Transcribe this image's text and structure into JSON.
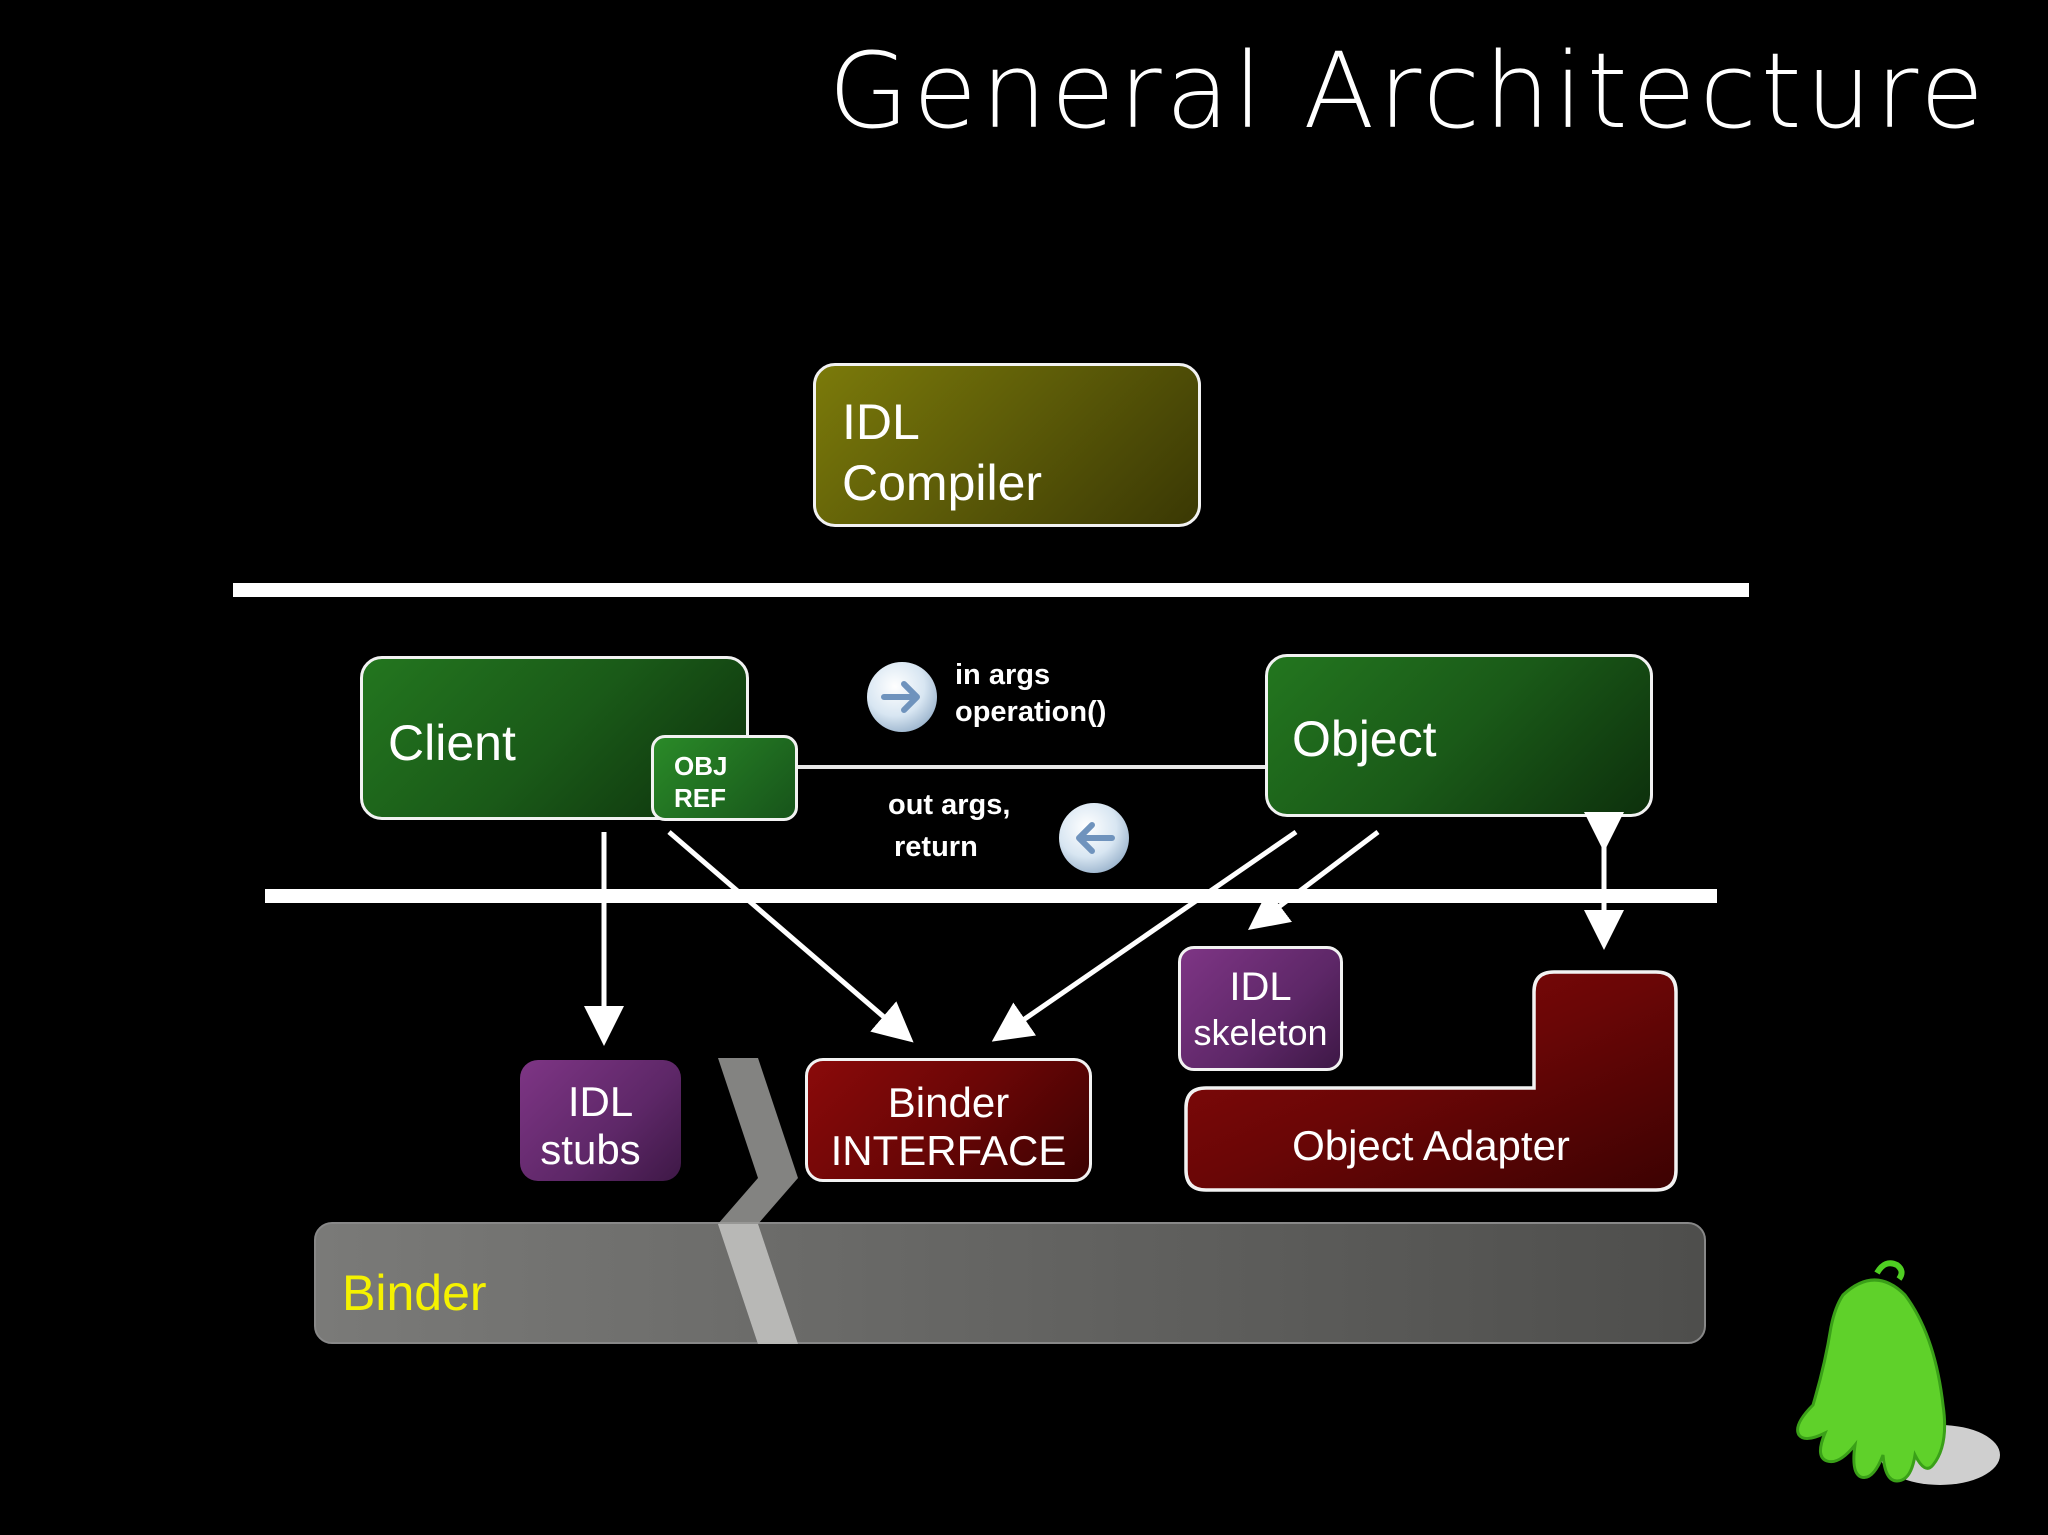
{
  "title": "General Architecture",
  "idl_compiler": {
    "line1": "IDL",
    "line2": "Compiler"
  },
  "client": {
    "label": "Client"
  },
  "obj_ref": {
    "line1": "OBJ",
    "line2": "REF"
  },
  "object": {
    "label": "Object"
  },
  "in_args": {
    "line1": "in args",
    "line2": "operation()"
  },
  "out_args": {
    "line1": "out args,",
    "line2": "return"
  },
  "idl_stubs": {
    "line1": "IDL",
    "line2": "stubs"
  },
  "binder_interface": {
    "line1": "Binder",
    "line2": "INTERFACE"
  },
  "idl_skeleton": {
    "line1": "IDL",
    "line2": "skeleton"
  },
  "object_adapter": {
    "label": "Object Adapter"
  },
  "binder": {
    "label": "Binder"
  },
  "icons": {
    "forward": "arrow-right-circle-icon",
    "back": "arrow-left-circle-icon",
    "mascot": "green-ghost-mascot-icon"
  },
  "colors": {
    "compiler": "#7b7a0a",
    "green": "#23761f",
    "purple": "#7e3585",
    "darkred": "#8a0a0a",
    "binder_bar": "#6a6a68",
    "binder_text": "#f5f200"
  }
}
